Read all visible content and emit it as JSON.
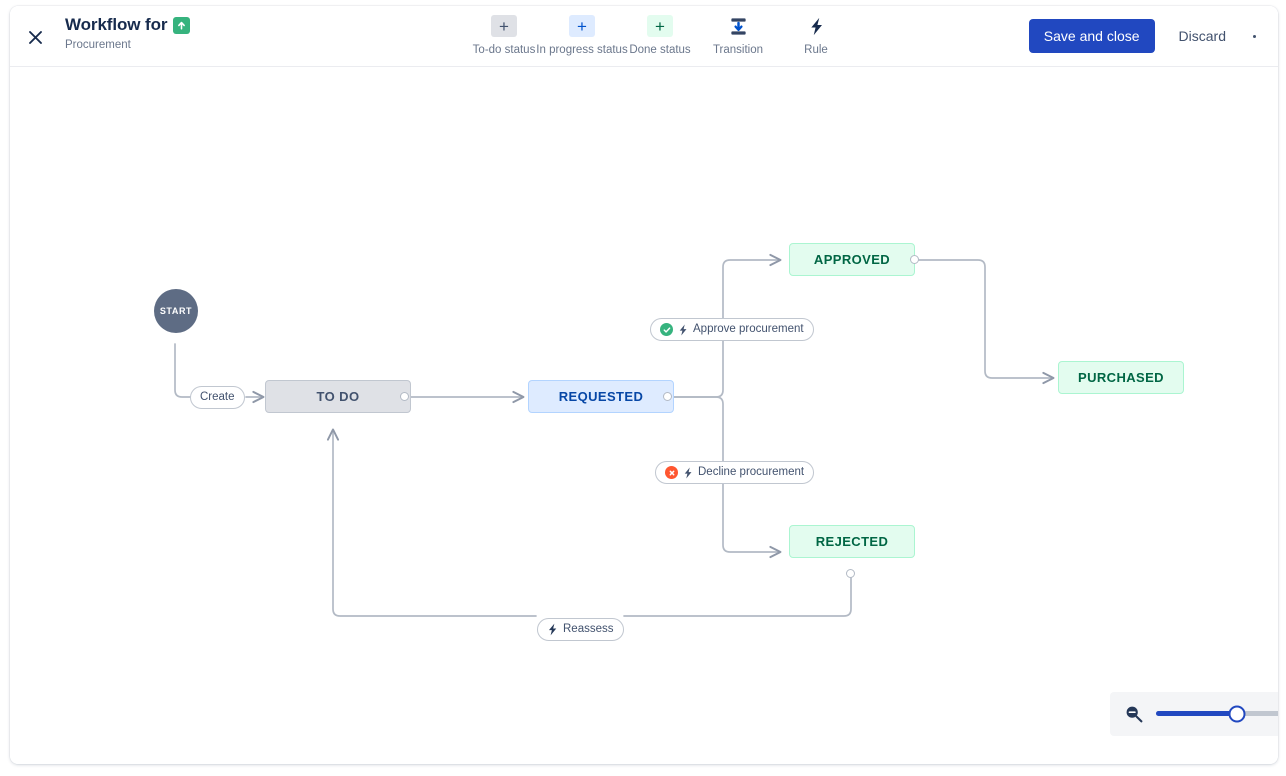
{
  "header": {
    "close_icon": "close-icon",
    "title": "Workflow for",
    "subtitle": "Procurement",
    "project_badge_icon": "arrow-up-badge-icon",
    "tools": [
      {
        "id": "todo-status",
        "label": "To-do status",
        "icon": "plus-icon"
      },
      {
        "id": "inprogress-status",
        "label": "In progress status",
        "icon": "plus-icon"
      },
      {
        "id": "done-status",
        "label": "Done status",
        "icon": "plus-icon"
      },
      {
        "id": "transition",
        "label": "Transition",
        "icon": "transition-icon"
      },
      {
        "id": "rule",
        "label": "Rule",
        "icon": "lightning-bolt-icon"
      }
    ],
    "save_label": "Save and close",
    "discard_label": "Discard",
    "more_icon": "more-options-icon"
  },
  "canvas": {
    "start_label": "START",
    "nodes": [
      {
        "id": "todo",
        "label": "TO DO",
        "kind": "todo"
      },
      {
        "id": "requested",
        "label": "REQUESTED",
        "kind": "prog"
      },
      {
        "id": "approved",
        "label": "APPROVED",
        "kind": "done"
      },
      {
        "id": "rejected",
        "label": "REJECTED",
        "kind": "done"
      },
      {
        "id": "purchased",
        "label": "PURCHASED",
        "kind": "done"
      }
    ],
    "transitions": [
      {
        "id": "create",
        "label": "Create",
        "badge": "none",
        "rule_icon": "none"
      },
      {
        "id": "approve",
        "label": "Approve procurement",
        "badge": "check-circle-icon",
        "rule_icon": "lightning-bolt-icon"
      },
      {
        "id": "decline",
        "label": "Decline procurement",
        "badge": "cross-circle-icon",
        "rule_icon": "lightning-bolt-icon"
      },
      {
        "id": "reassess",
        "label": "Reassess",
        "badge": "none",
        "rule_icon": "lightning-bolt-icon"
      }
    ]
  },
  "zoom": {
    "zoom_out_icon": "zoom-out-icon",
    "level_percent": 62
  },
  "colors": {
    "accent": "#2148c0",
    "todo_bg": "#dfe1e6",
    "progress_bg": "#deebff",
    "done_bg": "#e3fcef",
    "edge": "#b3bac5",
    "badge_ok": "#36b37e",
    "badge_bad": "#ff5630"
  }
}
